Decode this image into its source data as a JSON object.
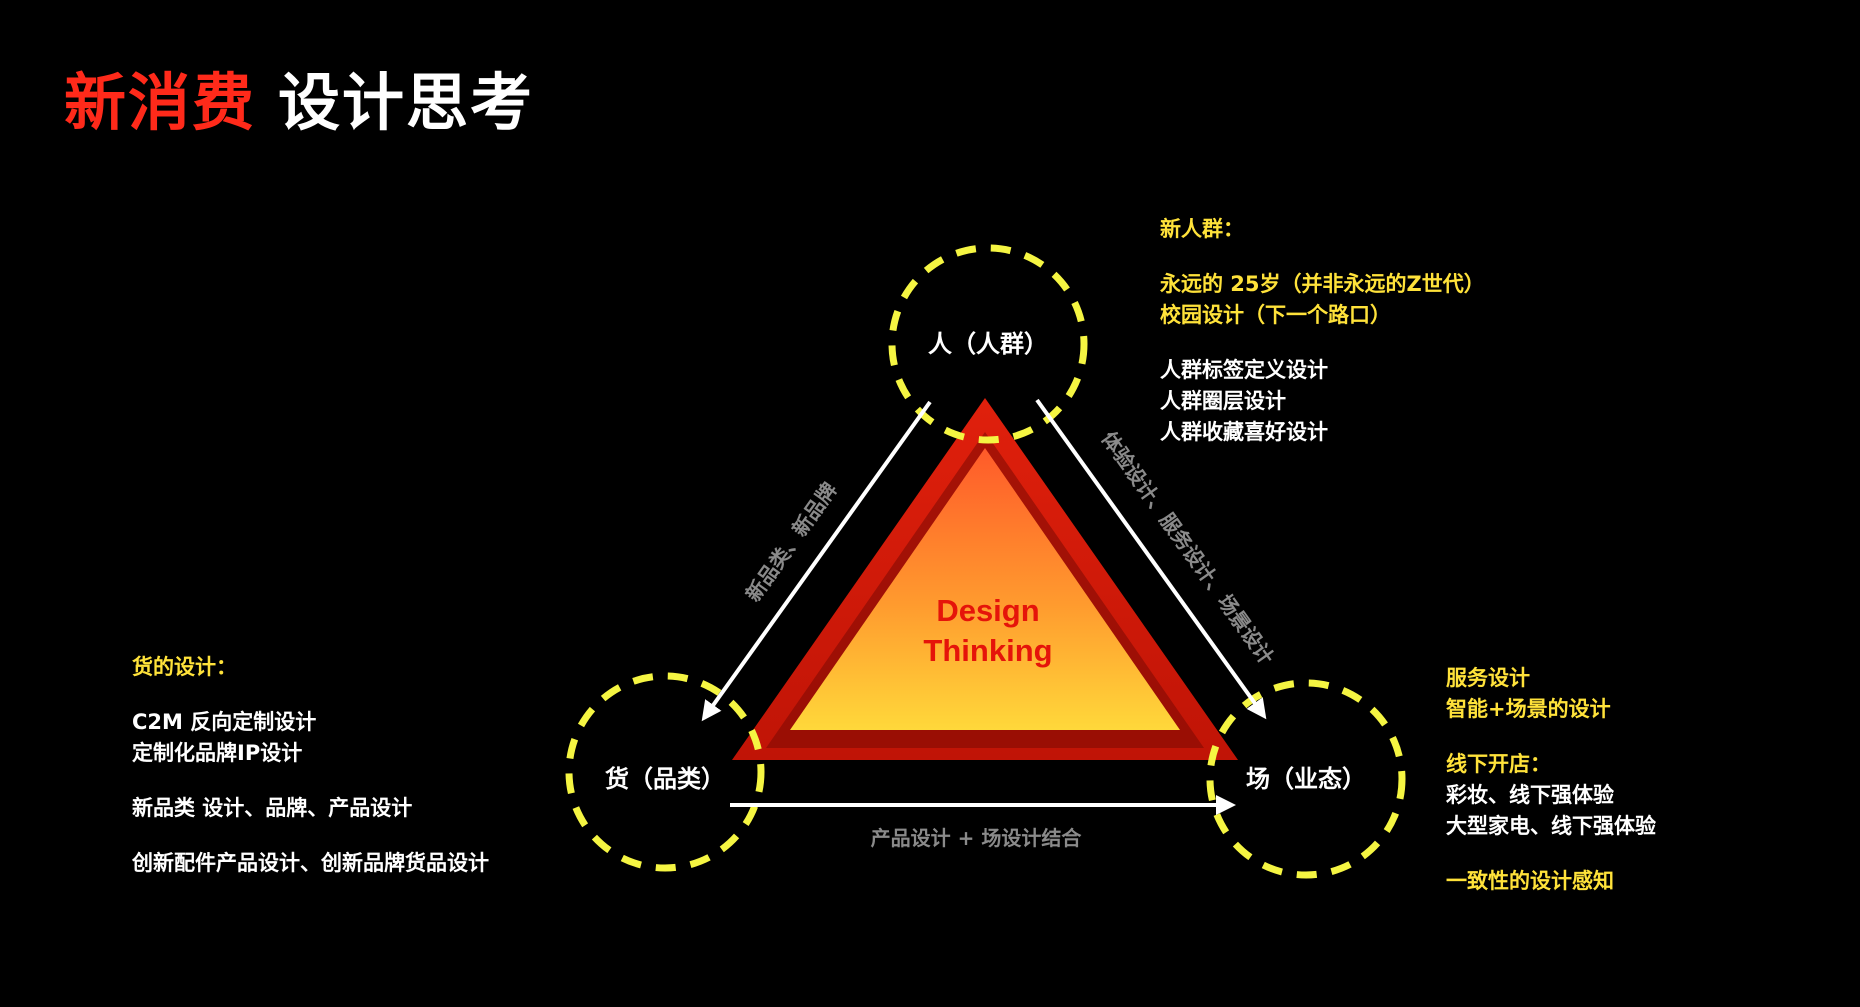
{
  "title": {
    "accent": "新消费",
    "main": "设计思考"
  },
  "nodes": {
    "people": "人（人群）",
    "goods": "货（品类）",
    "place": "场（业态）"
  },
  "center": {
    "line1": "Design",
    "line2": "Thinking"
  },
  "arrows": {
    "people_to_goods": "新品类、新品牌",
    "people_to_place": "体验设计、服务设计、场景设计",
    "goods_to_place": "产品设计 + 场设计结合"
  },
  "people_notes": {
    "heading": "新人群：",
    "yellow_lines": [
      "永远的 25岁（并非永远的Z世代）",
      "校园设计（下一个路口）"
    ],
    "white_lines": [
      "人群标签定义设计",
      "人群圈层设计",
      "人群收藏喜好设计"
    ]
  },
  "goods_notes": {
    "heading": "货的设计：",
    "lines": [
      "C2M 反向定制设计",
      "定制化品牌IP设计"
    ],
    "line3": "新品类 设计、品牌、产品设计",
    "line4": "创新配件产品设计、创新品牌货品设计"
  },
  "place_notes": {
    "yellow_top": [
      "服务设计",
      "智能+场景的设计"
    ],
    "offline_heading": "线下开店：",
    "white_lines": [
      "彩妆、线下强体验",
      "大型家电、线下强体验"
    ],
    "closing": "一致性的设计感知"
  },
  "colors": {
    "background": "#000000",
    "accent_red": "#ff2a1a",
    "dashed_circle": "#f5f542",
    "note_yellow": "#ffe23a",
    "triangle_outer": "#d21a08",
    "triangle_inner_top": "#ff5a2a",
    "triangle_inner_bottom": "#ffd83a",
    "arrow_label_grey": "#8a8a8a"
  }
}
